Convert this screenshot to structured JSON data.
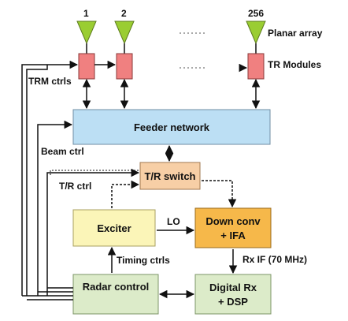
{
  "antennas": {
    "labels": [
      "1",
      "2",
      "256"
    ],
    "color": "#9acd32"
  },
  "labels": {
    "planar_array": "Planar array",
    "tr_modules": "TR Modules",
    "trm_ctrls": "TRM ctrls",
    "beam_ctrl": "Beam ctrl",
    "tr_ctrl": "T/R ctrl",
    "lo": "LO",
    "timing_ctrls": "Timing ctrls",
    "rx_if": "Rx IF (70 MHz)"
  },
  "blocks": {
    "feeder_network": "Feeder network",
    "tr_switch": "T/R switch",
    "exciter": "Exciter",
    "down_conv": [
      "Down conv",
      "+ IFA"
    ],
    "radar_control": "Radar control",
    "digital_rx": [
      "Digital Rx",
      "+ DSP"
    ]
  },
  "colors": {
    "feeder": "#bcdff4",
    "tr_switch": "#f7cfa6",
    "exciter": "#fbf5b8",
    "down_conv": "#f6b84a",
    "radar_control": "#dcebc9",
    "digital_rx": "#dcebc9",
    "tr_module": "#f08080"
  }
}
